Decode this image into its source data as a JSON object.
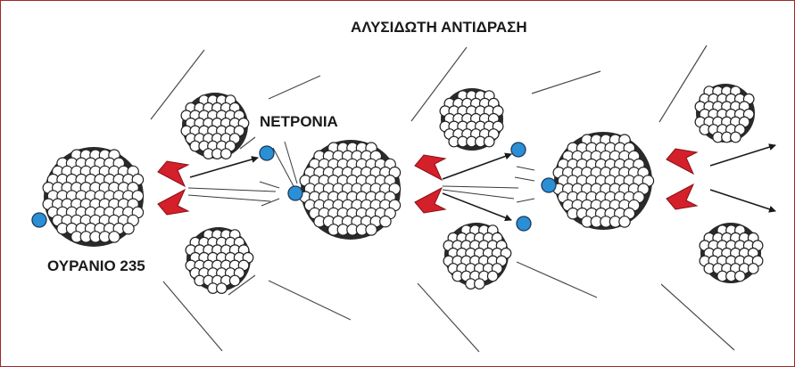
{
  "title": "ΑΛΥΣΙΔΩΤΗ ΑΝΤΙΔΡΑΣΗ",
  "label_neutrons": "ΝΕΤΡΟΝΙΑ",
  "label_uranium": "ΟΥΡΑΝΙΟ 235",
  "colors": {
    "border": "#a0262a",
    "neutron": "#2b8fd6",
    "energy_arrow": "#d4202a",
    "nucleon_fill": "#ffffff",
    "nucleon_stroke": "#222222"
  },
  "icons": [
    "uranium-nucleus",
    "fission-fragment",
    "neutron",
    "energy-burst-arrow",
    "neutron-path-arrow",
    "fragment-trail"
  ]
}
